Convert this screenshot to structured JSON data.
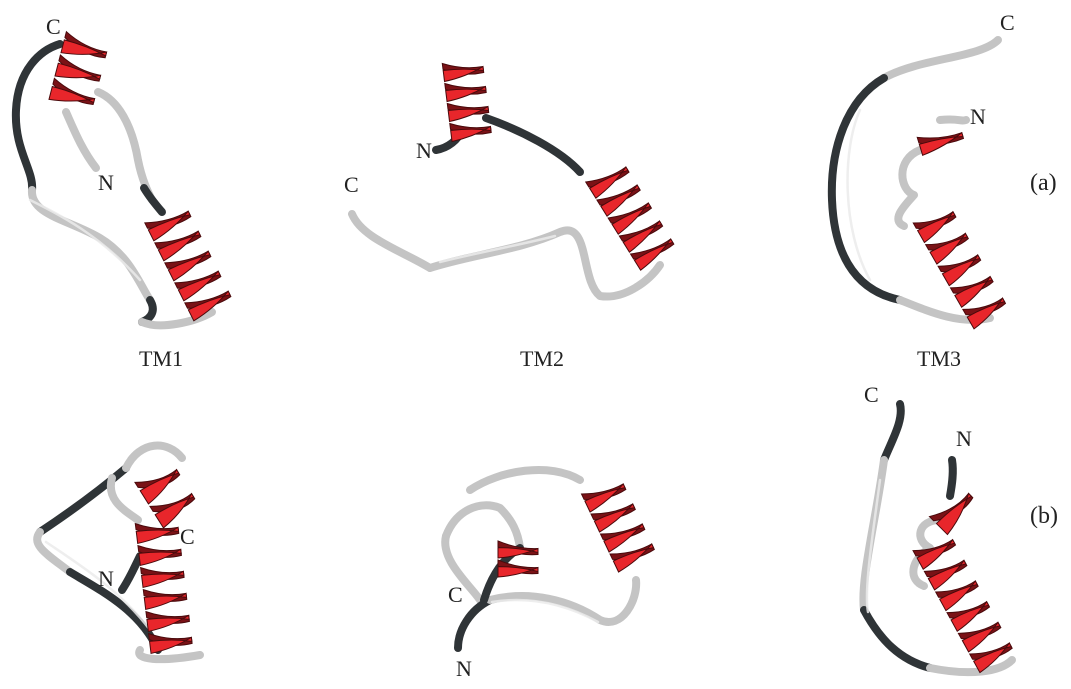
{
  "panels": [
    {
      "id": "tm1-a",
      "n_label": "N",
      "c_label": "C",
      "caption": "TM1"
    },
    {
      "id": "tm2-a",
      "n_label": "N",
      "c_label": "C",
      "caption": "TM2"
    },
    {
      "id": "tm3-a",
      "n_label": "N",
      "c_label": "C",
      "caption": "TM3"
    },
    {
      "id": "tm1-b",
      "n_label": "N",
      "c_label": "C"
    },
    {
      "id": "tm2-b",
      "n_label": "N",
      "c_label": "C"
    },
    {
      "id": "tm3-b",
      "n_label": "N",
      "c_label": "C"
    }
  ],
  "row_labels": {
    "a": "(a)",
    "b": "(b)"
  },
  "colors": {
    "helix_front": "#e8262b",
    "helix_back": "#7a1216",
    "coil_dark": "#2f3437",
    "coil_light": "#c4c4c4"
  }
}
